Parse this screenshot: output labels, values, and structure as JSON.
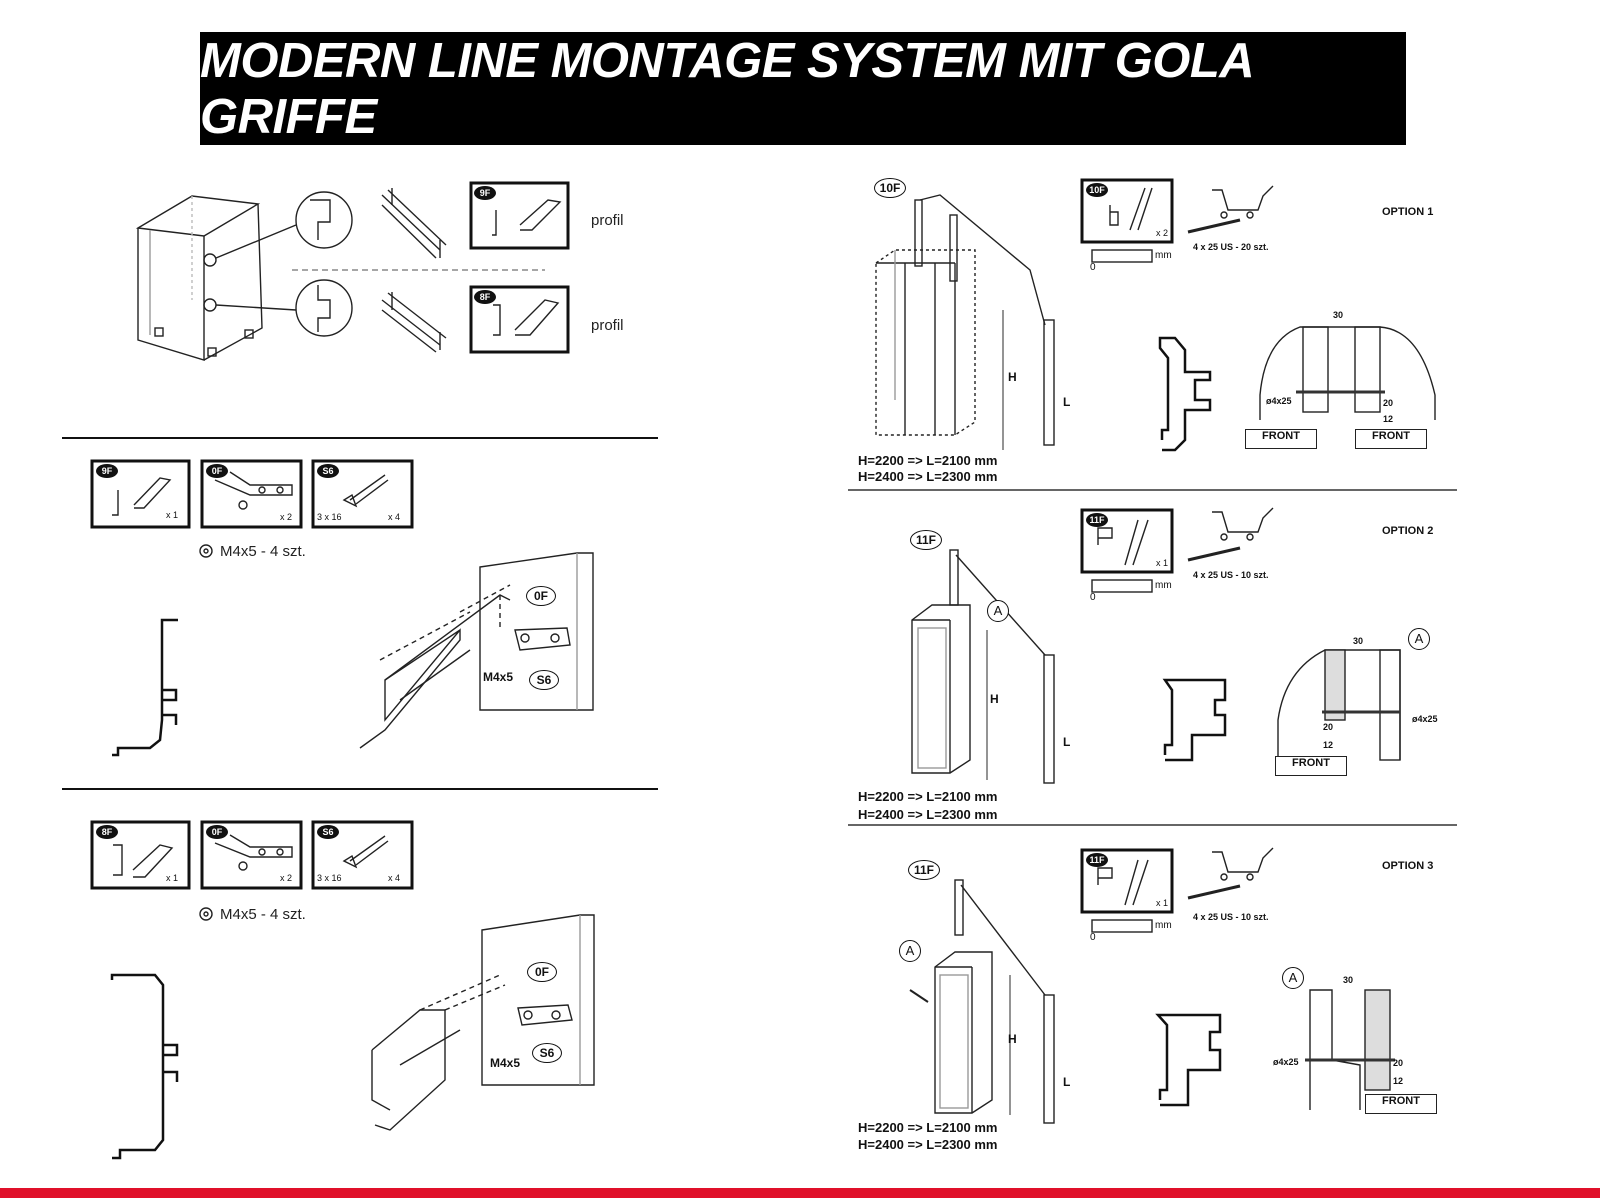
{
  "header": {
    "title": "MODERN LINE MONTAGE SYSTEM MIT GOLA GRIFFE"
  },
  "left": {
    "profiles": [
      {
        "code": "9F",
        "label": "profil"
      },
      {
        "code": "8F",
        "label": "profil"
      }
    ],
    "steps": [
      {
        "parts": [
          {
            "code": "9F",
            "qty": "x 1",
            "extra": ""
          },
          {
            "code": "0F",
            "qty": "x 2",
            "extra": ""
          },
          {
            "code": "S6",
            "qty": "x 4",
            "extra": "3 x 16"
          }
        ],
        "screw_note": "M4x5 - 4 szt.",
        "callout_0f": "0F",
        "callout_s6": "S6",
        "callout_m4": "M4x5"
      },
      {
        "parts": [
          {
            "code": "8F",
            "qty": "x 1",
            "extra": ""
          },
          {
            "code": "0F",
            "qty": "x 2",
            "extra": ""
          },
          {
            "code": "S6",
            "qty": "x 4",
            "extra": "3 x 16"
          }
        ],
        "screw_note": "M4x5 - 4 szt.",
        "callout_0f": "0F",
        "callout_s6": "S6",
        "callout_m4": "M4x5"
      }
    ]
  },
  "right": {
    "options": [
      {
        "title": "OPTION 1",
        "code": "10F",
        "qty": "x 2",
        "screws": "4 x 25 US - 20 szt.",
        "ruler_unit": "mm",
        "ruler_zero": "0",
        "h_label": "H",
        "l_label": "L",
        "width": "30",
        "d20": "20",
        "d12": "12",
        "dia": "ø4x25",
        "fronts": [
          "FRONT",
          "FRONT"
        ],
        "marker": "",
        "lines": [
          "H=2200 => L=2100 mm",
          "H=2400 => L=2300 mm"
        ]
      },
      {
        "title": "OPTION 2",
        "code": "11F",
        "qty": "x 1",
        "screws": "4 x 25 US - 10 szt.",
        "ruler_unit": "mm",
        "ruler_zero": "0",
        "h_label": "H",
        "l_label": "L",
        "width": "30",
        "d20": "20",
        "d12": "12",
        "dia": "ø4x25",
        "fronts": [
          "FRONT"
        ],
        "marker": "A",
        "lines": [
          "H=2200 => L=2100 mm",
          "H=2400 => L=2300 mm"
        ]
      },
      {
        "title": "OPTION 3",
        "code": "11F",
        "qty": "x 1",
        "screws": "4 x 25 US - 10 szt.",
        "ruler_unit": "mm",
        "ruler_zero": "0",
        "h_label": "H",
        "l_label": "L",
        "width": "30",
        "d20": "20",
        "d12": "12",
        "dia": "ø4x25",
        "fronts": [
          "FRONT"
        ],
        "marker": "A",
        "lines": [
          "H=2200 => L=2100 mm",
          "H=2400 => L=2300 mm"
        ]
      }
    ]
  }
}
